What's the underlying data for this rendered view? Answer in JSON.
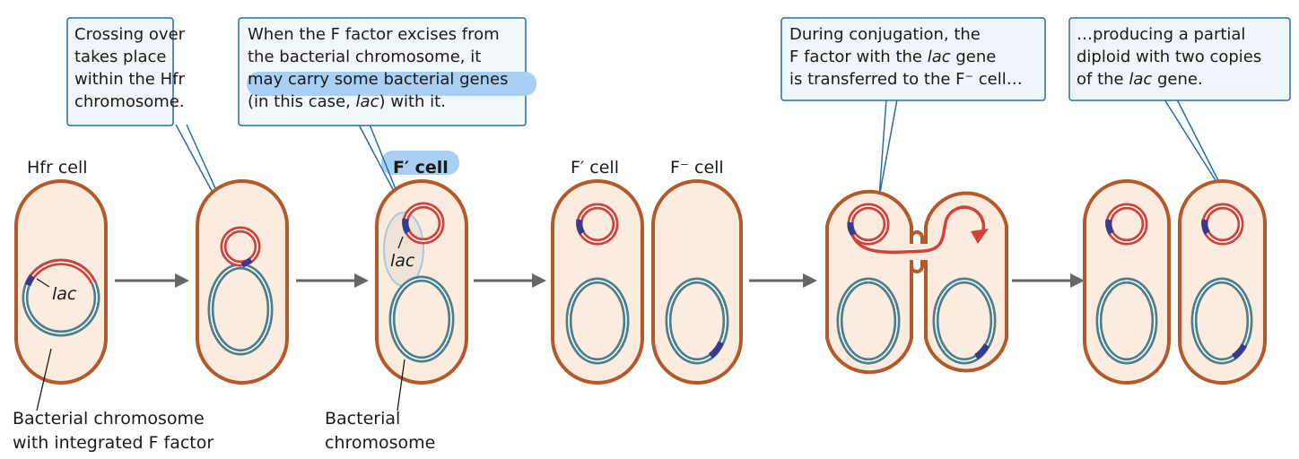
{
  "callouts": [
    {
      "lines": [
        "Crossing over",
        "takes place",
        "within the Hfr",
        "chromosome."
      ]
    },
    {
      "lines": [
        "When the F factor excises from",
        "the bacterial chromosome, it",
        "may carry some bacterial genes"
      ],
      "line4": {
        "pre": "(in this case, ",
        "italic": "lac",
        "post": ") with it."
      }
    },
    {
      "line1": "During conjugation, the",
      "line2": {
        "pre": "F factor with the ",
        "italic": "lac",
        "post": " gene"
      },
      "line3": "is transferred to the F⁻ cell…"
    },
    {
      "line1": "…producing a partial",
      "line2": "diploid with two copies",
      "line3": {
        "pre": "of the ",
        "italic": "lac",
        "post": " gene."
      }
    }
  ],
  "cell_labels": {
    "hfr": "Hfr cell",
    "fprime_1": "F′ cell",
    "fprime_2": "F′ cell",
    "fminus": "F⁻ cell"
  },
  "gene_labels": {
    "lac_1": "lac",
    "lac_2": "lac"
  },
  "bottom_labels": {
    "left": [
      "Bacterial chromosome",
      "with integrated F factor"
    ],
    "middle": [
      "Bacterial",
      "chromosome"
    ]
  },
  "colors": {
    "cell_fill": "#fcece0",
    "cell_outline": "#b3592a",
    "chromosome": "#4b7f8c",
    "f_factor": "#d2413a",
    "lac_gene": "#3a3a8c",
    "highlight": "#a9cff2",
    "callout_border": "#2a6aa8"
  }
}
